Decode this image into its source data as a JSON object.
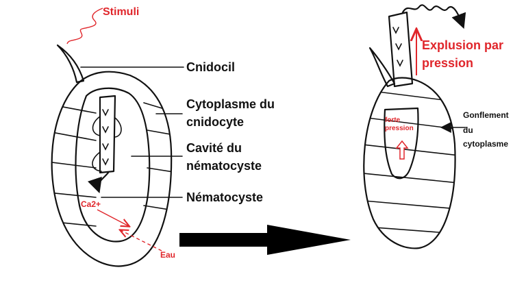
{
  "left_panel": {
    "stimuli": "Stimuli",
    "cnidocil": "Cnidocil",
    "cytoplasm_line1": "Cytoplasme du",
    "cytoplasm_line2": "cnidocyte",
    "cavity_line1": "Cavité du",
    "cavity_line2": "nématocyste",
    "nematocyst": "Nématocyste",
    "calcium": "Ca2+",
    "water": "Eau"
  },
  "right_panel": {
    "explosion_line1": "Explusion par",
    "explosion_line2": "pression",
    "pressure_line1": "forte",
    "pressure_line2": "pression",
    "swelling_line1": "Gonflement",
    "swelling_line2": "du",
    "swelling_line3": "cytoplasme"
  },
  "colors": {
    "ink": "#111111",
    "accent_red": "#e0262b"
  }
}
